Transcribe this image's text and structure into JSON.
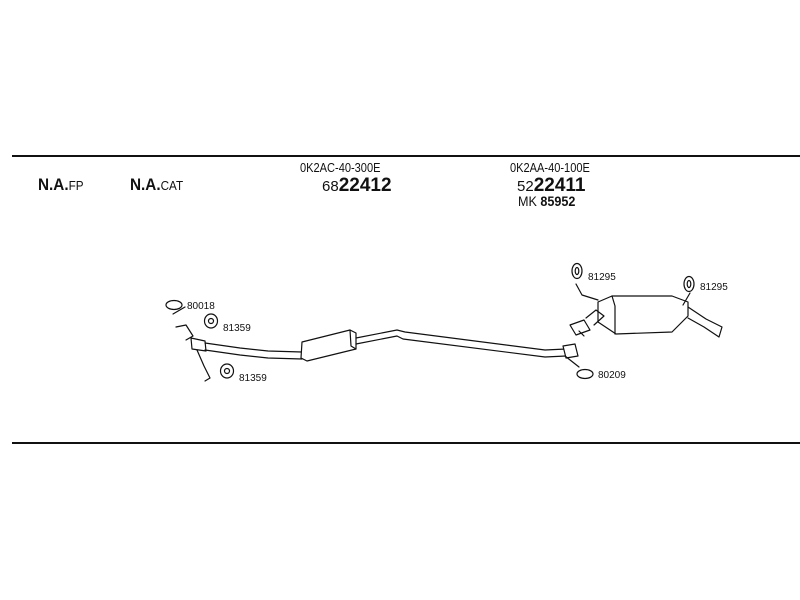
{
  "header": {
    "left_labels": [
      {
        "bold": "N.A.",
        "suffix": "FP"
      },
      {
        "bold": "N.A.",
        "suffix": "CAT"
      }
    ],
    "center_part": {
      "oe": "0K2AC-40-300E",
      "prefix": "68",
      "number": "22412"
    },
    "rear_part": {
      "oe": "0K2AA-40-100E",
      "prefix": "52",
      "number": "22411",
      "mk_prefix": "MK",
      "mk_number": "85952"
    }
  },
  "callouts": [
    {
      "id": "c-80018",
      "label": "80018",
      "icon": "gasket-ring-icon"
    },
    {
      "id": "c-81359-a",
      "label": "81359",
      "icon": "mounting-rubber-icon"
    },
    {
      "id": "c-81359-b",
      "label": "81359",
      "icon": "mounting-rubber-icon"
    },
    {
      "id": "c-81295-a",
      "label": "81295",
      "icon": "hanger-ring-icon"
    },
    {
      "id": "c-81295-b",
      "label": "81295",
      "icon": "hanger-ring-icon"
    },
    {
      "id": "c-80209",
      "label": "80209",
      "icon": "gasket-ring-icon"
    }
  ],
  "colors": {
    "line": "#111111",
    "part_fill": "#ffffff"
  }
}
